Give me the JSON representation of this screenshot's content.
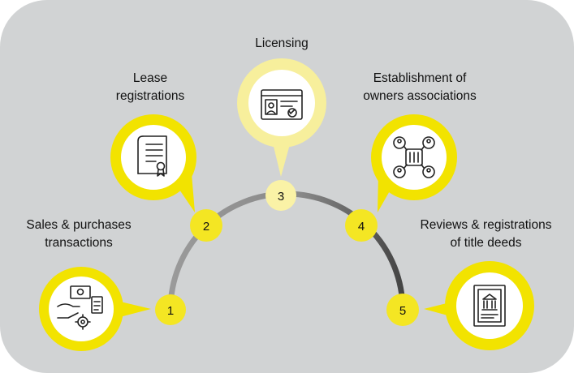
{
  "colors": {
    "background": "#d1d3d4",
    "bubble_yellow": "#f2e300",
    "bubble_light": "#f7ef9c",
    "node_yellow": "#f4e623",
    "node_light": "#faf2a6",
    "arc_gray": "#8f8f8f",
    "arc_dark": "#555555",
    "text": "#111111"
  },
  "steps": [
    {
      "number": "1",
      "title_lines": [
        "Sales & purchases",
        "transactions"
      ],
      "icon": "money-transfer-icon"
    },
    {
      "number": "2",
      "title_lines": [
        "Lease",
        "registrations"
      ],
      "icon": "certificate-scroll-icon"
    },
    {
      "number": "3",
      "title_lines": [
        "Licensing"
      ],
      "icon": "license-card-icon"
    },
    {
      "number": "4",
      "title_lines": [
        "Establishment of",
        "owners associations"
      ],
      "icon": "people-network-icon"
    },
    {
      "number": "5",
      "title_lines": [
        "Reviews & registrations",
        "of title deeds"
      ],
      "icon": "title-deed-document-icon"
    }
  ]
}
